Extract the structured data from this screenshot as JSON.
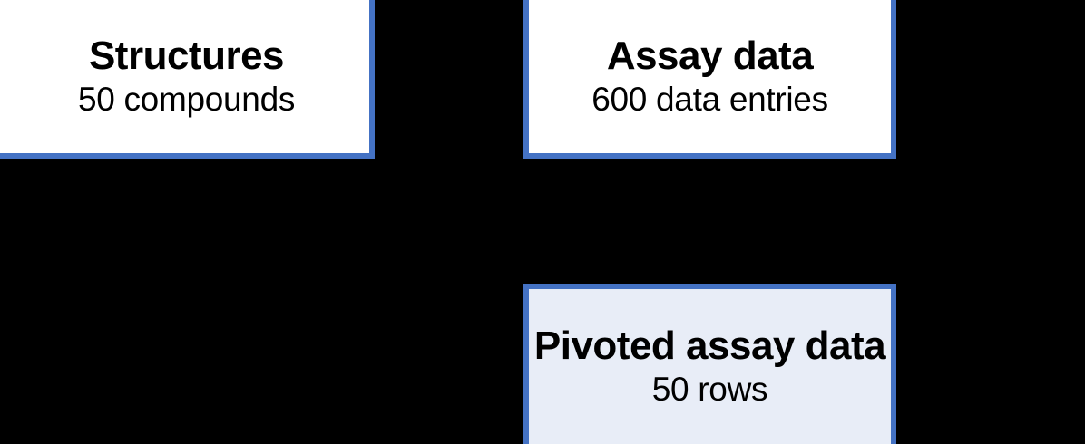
{
  "diagram": {
    "background_color": "#000000",
    "accent_color": "#4472C4",
    "highlight_fill": "#E8EDF7",
    "plain_fill": "#FFFFFF",
    "nodes": [
      {
        "id": "structures",
        "title": "Structures",
        "subtitle": "50 compounds",
        "fill": "#FFFFFF",
        "border": "#4472C4"
      },
      {
        "id": "assay-data",
        "title": "Assay data",
        "subtitle": "600 data entries",
        "fill": "#FFFFFF",
        "border": "#4472C4"
      },
      {
        "id": "pivoted-assay-data",
        "title": "Pivoted assay data",
        "subtitle": "50 rows",
        "fill": "#E8EDF7",
        "border": "#4472C4"
      }
    ],
    "connectors": [
      {
        "id": "structures-assay",
        "from": "structures",
        "to": "assay-data",
        "orientation": "horizontal"
      },
      {
        "id": "assay-pivoted",
        "from": "assay-data",
        "to": "pivoted-assay-data",
        "orientation": "vertical"
      }
    ]
  }
}
